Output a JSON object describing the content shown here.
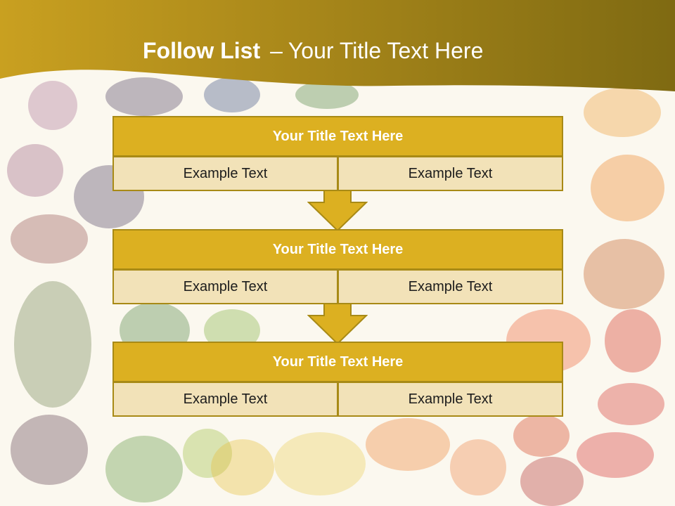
{
  "slide": {
    "title_bold": "Follow List",
    "title_dash": "–",
    "title_rest": "Your Title Text Here"
  },
  "colors": {
    "header_gold": "#dcb021",
    "header_dark": "#7a6510",
    "box_border": "#a88a16",
    "cell_fill": "#f2e2b8",
    "background": "#fbf8ef"
  },
  "steps": [
    {
      "title": "Your Title Text Here",
      "left_text": "Example Text",
      "right_text": "Example Text"
    },
    {
      "title": "Your Title Text Here",
      "left_text": "Example Text",
      "right_text": "Example Text"
    },
    {
      "title": "Your Title Text Here",
      "left_text": "Example Text",
      "right_text": "Example Text"
    }
  ],
  "connectors": [
    "down-arrow-icon",
    "down-arrow-icon"
  ]
}
